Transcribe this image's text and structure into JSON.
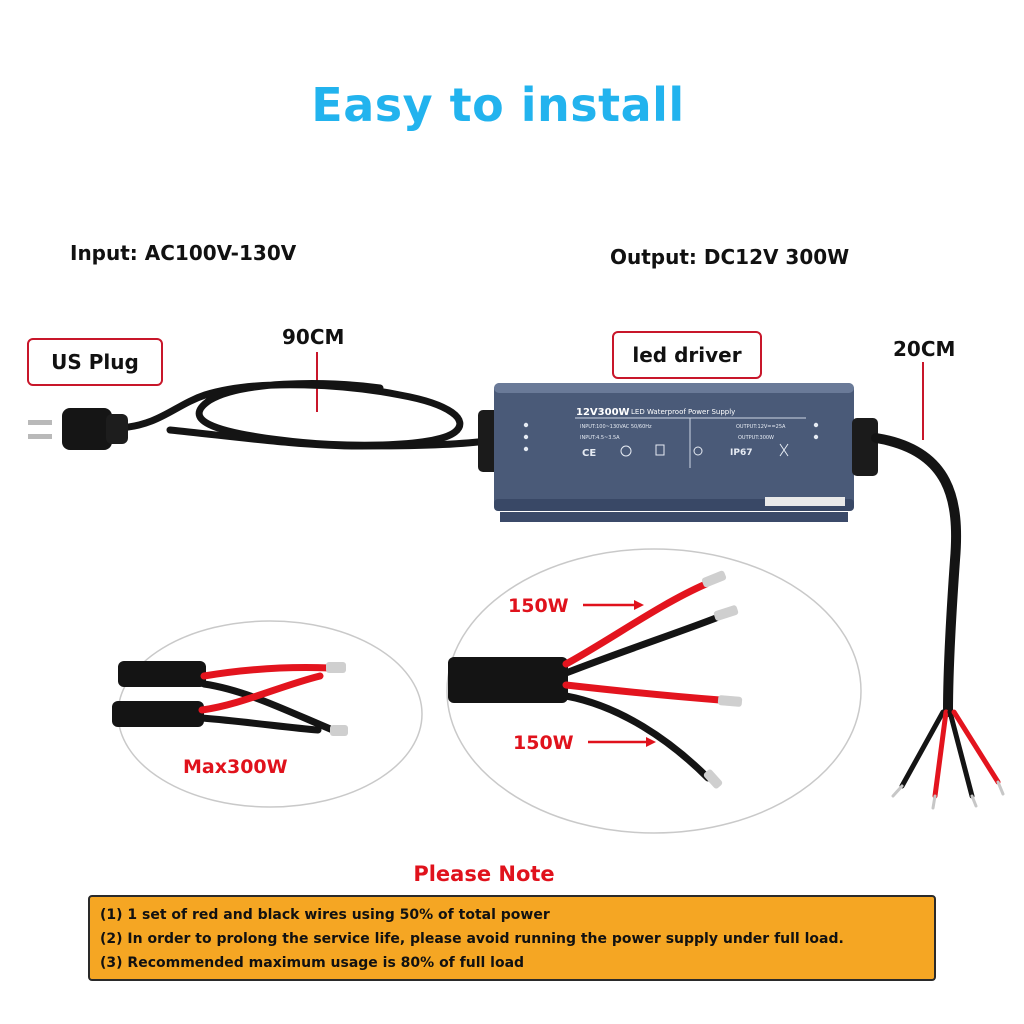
{
  "title": "Easy to install",
  "specs": {
    "input": "Input: AC100V-130V",
    "output": "Output: DC12V 300W"
  },
  "callouts": {
    "us_plug": "US Plug",
    "cord_length": "90CM",
    "led_driver": "led driver",
    "output_length": "20CM"
  },
  "driver_label": {
    "model": "12V300W",
    "name": "LED Waterproof Power Supply",
    "input_line": "INPUT:100~130VAC 50/60Hz",
    "input_current": "INPUT:4.5~3.5A",
    "output_line": "OUTPUT:12V==25A",
    "output_power": "OUTPUT:300W",
    "ip": "IP67",
    "ce": "CE"
  },
  "wire_details": {
    "max": "Max300W",
    "branch_top": "150W",
    "branch_bottom": "150W"
  },
  "note": {
    "title": "Please Note",
    "lines": [
      "(1) 1 set of red and black wires using 50% of total power",
      "(2) In order to prolong the service life, please avoid running the power supply under full load.",
      "(3) Recommended maximum usage is 80% of full load"
    ]
  },
  "colors": {
    "title": "#22b3ee",
    "callout_border": "#c8162a",
    "watt_text": "#e0121c",
    "note_bg": "#f5a623",
    "driver_body": "#4a5a78",
    "wire_red": "#e3141e",
    "wire_black": "#111111"
  }
}
